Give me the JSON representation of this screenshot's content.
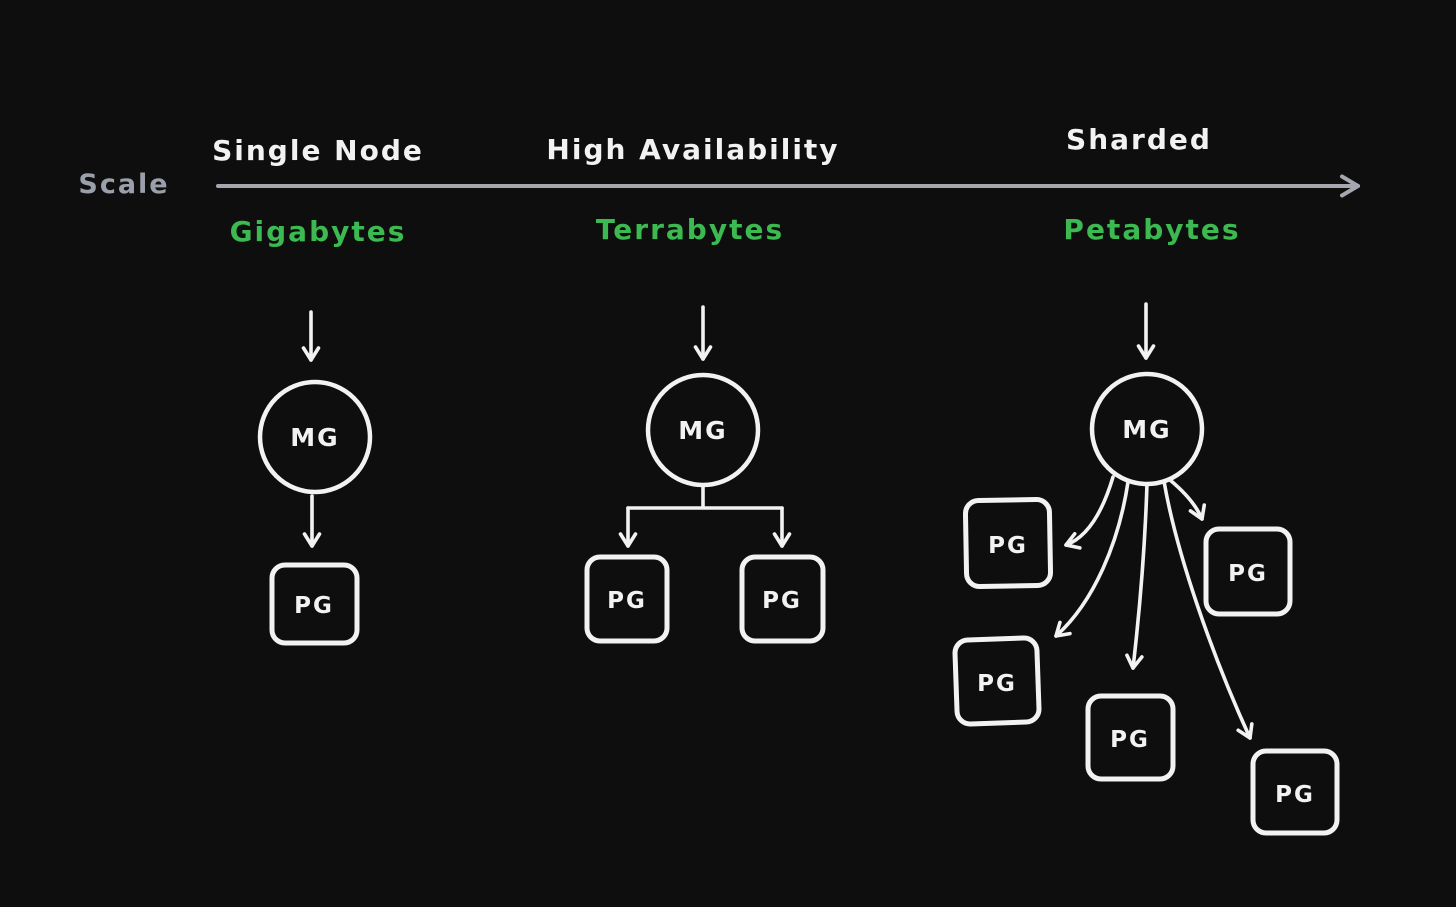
{
  "colors": {
    "background": "#0e0e0e",
    "ink": "#f2f2f2",
    "green": "#3cb950",
    "scale_gray": "#9aa0ab",
    "axis_gray": "#a6a6ae"
  },
  "axis": {
    "label": "Scale"
  },
  "stages": [
    {
      "title": "Single Node",
      "size": "Gigabytes",
      "pg_count": 1
    },
    {
      "title": "High Availability",
      "size": "Terrabytes",
      "pg_count": 2
    },
    {
      "title": "Sharded",
      "size": "Petabytes",
      "pg_count": 5
    }
  ],
  "nodes": {
    "mg_label": "MG",
    "pg_label": "PG"
  }
}
